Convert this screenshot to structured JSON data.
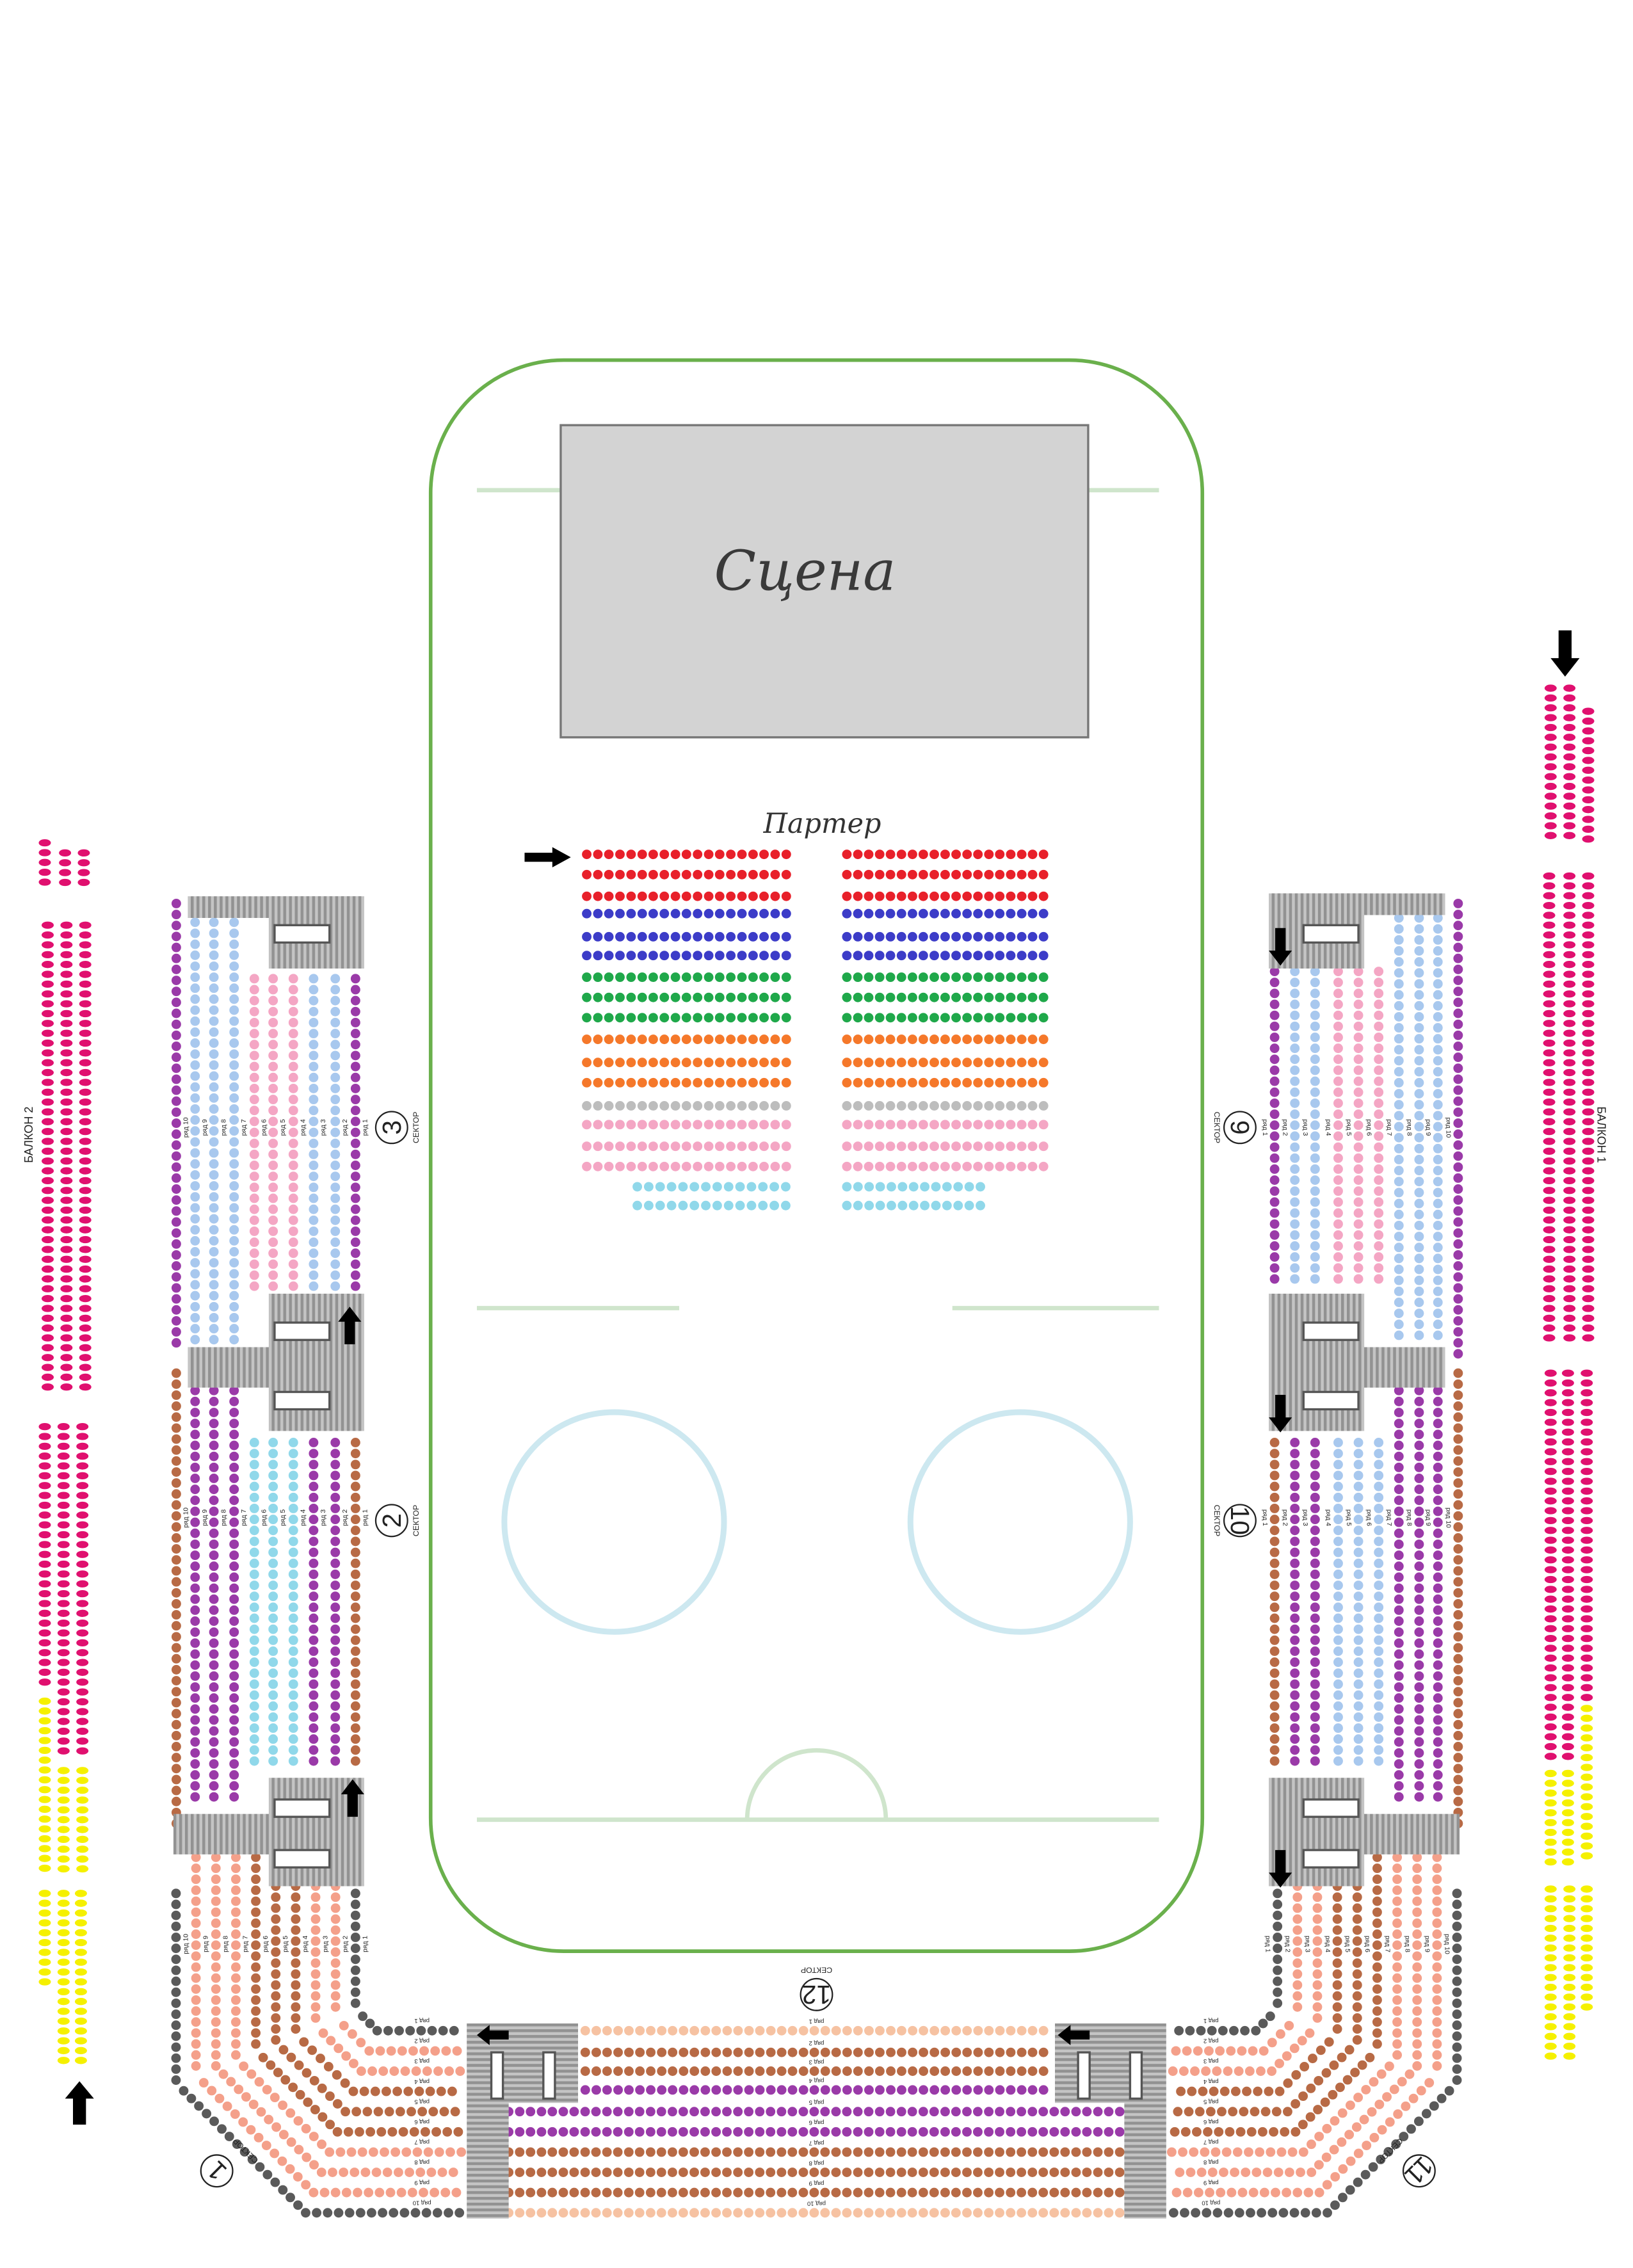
{
  "stage": {
    "label": "Сцена"
  },
  "parterre": {
    "label": "Партер"
  },
  "sector_word": "СЕКТОР",
  "sectors": {
    "s1": "1",
    "s2": "2",
    "s3": "3",
    "s9": "9",
    "s10": "10",
    "s11": "11",
    "s12": "12"
  },
  "balconies": {
    "b1": "БАЛКОН 1",
    "b2": "БАЛКОН 2"
  },
  "row_labels": [
    "ряд 1",
    "ряд 2",
    "ряд 3",
    "ряд 4",
    "ряд 5",
    "ряд 6",
    "ряд 7",
    "ряд 8",
    "ряд 9",
    "ряд 10"
  ],
  "colors": {
    "red": "#e8202a",
    "blue": "#3c3cc8",
    "green": "#1fa84a",
    "orange": "#f5782a",
    "gray": "#bdbdbd",
    "pink": "#f4a6c4",
    "cyan": "#90d8ea",
    "lblue": "#a8c8ee",
    "purple": "#9a3aa8",
    "brown": "#b86a45",
    "salmon": "#f4a08a",
    "peach": "#f6c2a2",
    "dark": "#5a5a5a",
    "magenta": "#e0106f",
    "yellow": "#f5f000",
    "rink": "#6ab04c",
    "lines": "#cfe5cc",
    "circles": "#cde8f0",
    "stage_fill": "#d3d3d3"
  }
}
